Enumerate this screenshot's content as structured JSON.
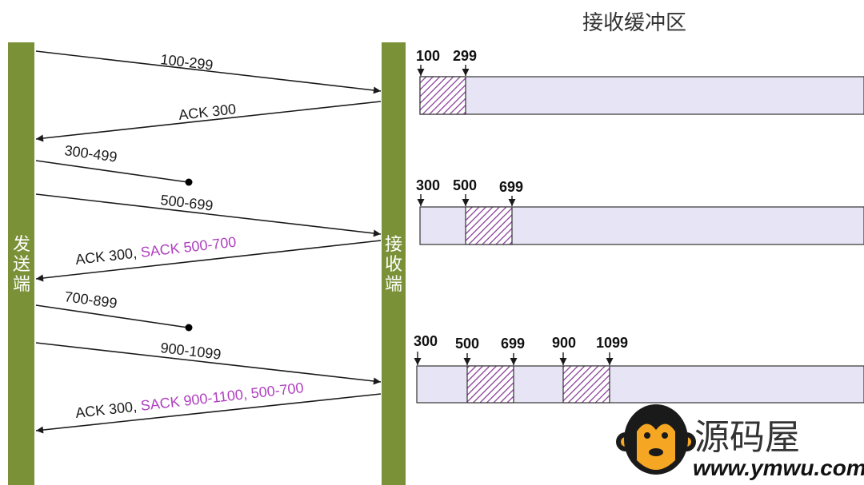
{
  "title": "接收缓冲区",
  "sender_label": [
    "发",
    "送",
    "端"
  ],
  "receiver_label": [
    "接",
    "收",
    "端"
  ],
  "colors": {
    "bar": "#7a9138",
    "buffer_fill": "#e6e4f5",
    "hatch": "#8a3f9a",
    "sack_text": "#b040c0",
    "arrow": "#1a1a1a"
  },
  "messages": [
    {
      "label": "100-299",
      "direction": "to-receiver",
      "lost": false
    },
    {
      "label": "ACK 300",
      "direction": "to-sender",
      "lost": false
    },
    {
      "label": "300-499",
      "direction": "to-receiver",
      "lost": true
    },
    {
      "label": "500-699",
      "direction": "to-receiver",
      "lost": false
    },
    {
      "label": "ACK 300, ",
      "sack": "SACK 500-700",
      "direction": "to-sender",
      "lost": false
    },
    {
      "label": "700-899",
      "direction": "to-receiver",
      "lost": true
    },
    {
      "label": "900-1099",
      "direction": "to-receiver",
      "lost": false
    },
    {
      "label": "ACK 300, ",
      "sack": "SACK 900-1100, 500-700",
      "direction": "to-sender",
      "lost": false
    }
  ],
  "buffers": [
    {
      "markers": [
        "100",
        "299"
      ],
      "filled": [
        [
          100,
          299
        ]
      ]
    },
    {
      "markers": [
        "300",
        "500",
        "699"
      ],
      "filled": [
        [
          500,
          699
        ]
      ]
    },
    {
      "markers": [
        "300",
        "500",
        "699",
        "900",
        "1099"
      ],
      "filled": [
        [
          500,
          699
        ],
        [
          900,
          1099
        ]
      ]
    }
  ],
  "watermark": {
    "cn": "源码屋",
    "url": "www.ymwu.com",
    "logo": "monkey-logo"
  }
}
